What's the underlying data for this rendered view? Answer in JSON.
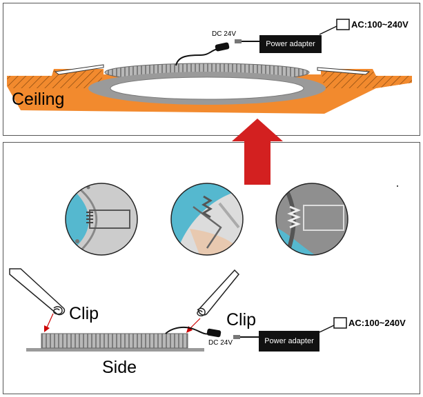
{
  "top": {
    "ceiling_label": "Ceiling",
    "dc_label": "DC 24V",
    "adapter_label": "Power adapter",
    "ac_label": "AC:100~240V"
  },
  "bottom": {
    "clip_left_label": "Clip",
    "clip_right_label": "Clip",
    "side_label": "Side",
    "dc_label": "DC 24V",
    "adapter_label": "Power adapter",
    "ac_label": "AC:100~240V"
  },
  "colors": {
    "ceiling": "#f28a2e",
    "arrow": "#d32020",
    "panel_grey": "#9a9a9a",
    "photo_blue": "#55b8cf"
  }
}
